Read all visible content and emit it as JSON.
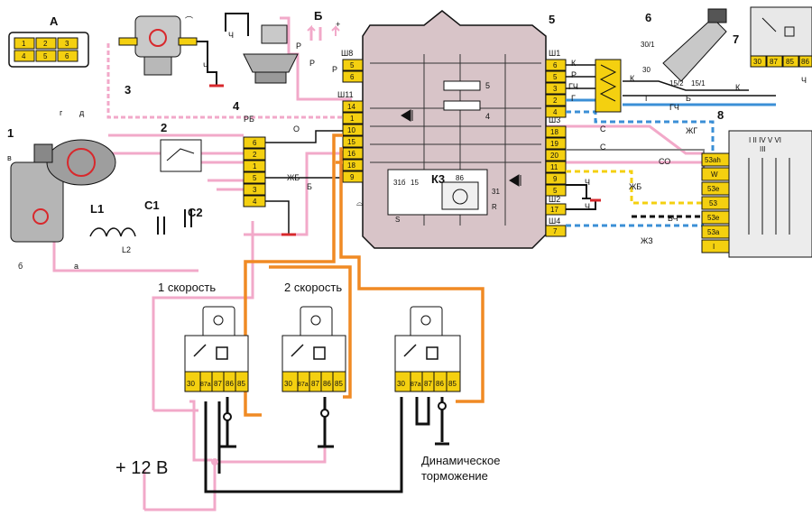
{
  "diagram": {
    "block_labels": {
      "A": "А",
      "B": "Б",
      "plus": "+",
      "n1": "1",
      "n2": "2",
      "n3": "3",
      "n4": "4",
      "n5": "5",
      "n6": "6",
      "n7": "7",
      "n8": "8",
      "g": "г",
      "d": "д",
      "v": "в",
      "b": "б",
      "a": "а",
      "L1": "L1",
      "L2": "L2",
      "C1": "C1",
      "C2": "C2",
      "K3": "К3"
    },
    "connector_A_pins": [
      "1",
      "2",
      "3",
      "4",
      "5",
      "6"
    ],
    "connectors": {
      "sh8": "Ш8",
      "sh11": "Ш11",
      "sh1": "Ш1",
      "sh3": "Ш3",
      "sh2": "Ш2",
      "sh4": "Ш4"
    },
    "sh8_pins": [
      "5",
      "6"
    ],
    "sh11_pins": [
      "14",
      "1",
      "10",
      "15",
      "16",
      "18",
      "9"
    ],
    "sh1_pins": [
      "6",
      "5",
      "3",
      "2",
      "4"
    ],
    "sh3_pins": [
      "18",
      "19",
      "20",
      "11",
      "9",
      "5"
    ],
    "sh2_pins": [
      "17"
    ],
    "sh4_pins": [
      "7"
    ],
    "left_conn_pins": [
      "6",
      "2",
      "1",
      "5",
      "3",
      "4"
    ],
    "unit7_pins": [
      "30",
      "87",
      "85",
      "86"
    ],
    "unit8_pins": [
      "53ah",
      "W",
      "53e",
      "53",
      "53e",
      "53a",
      "I"
    ],
    "unit8_header": "I II IV V VI",
    "unit8_sub": "III",
    "k3_pins": [
      "31б",
      "15",
      "86",
      "31",
      "S",
      "R"
    ],
    "block4_labels": [
      "5",
      "4"
    ],
    "switch6_labels": [
      "30/1",
      "30",
      "15/2",
      "15/1"
    ],
    "wire_labels": {
      "ch1": "Ч",
      "ch2": "Ч",
      "ch3": "Ч",
      "ch4": "Ч",
      "ch5": "Ч",
      "r1": "Р",
      "r2": "Р",
      "r3": "Р",
      "r4": "Р",
      "rb": "РБ",
      "o": "О",
      "zhb1": "ЖБ",
      "zhb2": "ЖБ",
      "b1": "Б",
      "b2": "Б",
      "k1": "К",
      "k2": "К",
      "k3": "К",
      "gch1": "ГЧ",
      "gch2": "ГЧ",
      "g1": "Г",
      "g2": "Г",
      "zhg": "ЖГ",
      "s1": "С",
      "s2": "С",
      "so": "СО",
      "bch": "БЧ",
      "zhz": "ЖЗ"
    },
    "relays": [
      {
        "pins": [
          "30",
          "87a",
          "87",
          "86",
          "85"
        ]
      },
      {
        "pins": [
          "30",
          "87a",
          "87",
          "86",
          "85"
        ]
      },
      {
        "pins": [
          "30",
          "87a",
          "87",
          "86",
          "85"
        ]
      }
    ],
    "captions": {
      "speed1": "1 скорость",
      "speed2": "2 скорость",
      "supply": "+ 12 В",
      "brake": "Динамическое\nторможение"
    },
    "colors": {
      "pink": "#f2a9c9",
      "orange": "#f08a24",
      "black": "#111111",
      "yellow": "#f4d010",
      "body": "#d8c4c8",
      "blue": "#3b8fd6",
      "red": "#d8282c"
    }
  }
}
